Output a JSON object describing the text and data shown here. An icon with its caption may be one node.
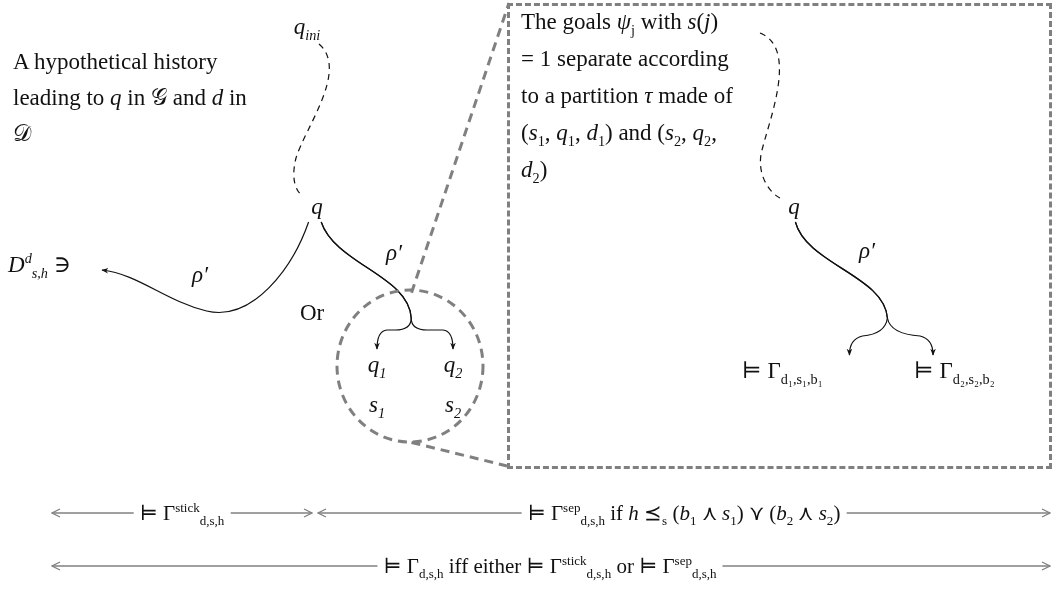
{
  "diagram": {
    "nodes": [
      {
        "text": [
          "q$_{ini}$"
        ]
      },
      {
        "text": [
          "q"
        ]
      },
      {
        "text": [
          "D$^{d}$$_{s,h}$ ∋"
        ]
      },
      {
        "text": [],
        "shape": "circle"
      },
      {
        "text": [
          "q$_{1}$"
        ],
        "in": 3,
        "beside": [
          "s$_{1}$"
        ]
      },
      {
        "text": [
          "q$_{2}$"
        ],
        "in": 3,
        "beside": [
          "s$_{2}$"
        ]
      },
      {
        "text": [
          "The goals *ψ*$_{j}$ with *s*(*j*) = 1 separate according to a partition *τ* made of (*s*$_{1}$, *q*$_{1}$, *d*$_{1}$) and (*s*$_{2}$, *q*$_{2}$, *d*$_{2}$)"
        ]
      },
      {
        "text": [
          "q"
        ],
        "in": 6
      },
      {
        "text": [
          "⊨ Γ$_{d₁,s₁,b₁}$"
        ],
        "in": 6
      },
      {
        "text": [
          "⊨ Γ$_{d₂,s₂,b₂}$"
        ],
        "in": 6
      }
    ],
    "edges": [
      {
        "from": 0,
        "to": 1,
        "arrow": "none",
        "style": "dashed"
      },
      {
        "from": 1,
        "to": 2,
        "arrow": "to",
        "label": "ρ′"
      },
      {
        "from": 1,
        "to": 4,
        "arrow": "to",
        "label": "ρ′"
      },
      {
        "from": 1,
        "to": 5,
        "arrow": "to"
      },
      {
        "from": null,
        "to": 7,
        "arrow": "none",
        "style": "dashed"
      },
      {
        "from": 7,
        "to": 8,
        "arrow": "to",
        "label": "ρ′"
      },
      {
        "from": 7,
        "to": 9,
        "arrow": "to"
      },
      {
        "from": 3,
        "to": 6,
        "arrow": "none",
        "style": "dashed",
        "color": "#808080"
      },
      {
        "from": 3,
        "to": 6,
        "arrow": "none",
        "style": "dashed",
        "color": "#808080"
      }
    ],
    "labels": [
      "A hypothetical history leading to *q* in 𝒢 and *d* in 𝒟",
      "Or",
      "⊨ Γ$^{stick}$$_{d,s,h}$",
      "⊨ Γ$^{sep}$$_{d,s,h}$ if *h* ⪯$_{s}$ (*b*$_{1}$ ⋏ *s*$_{1}$) ⋎ (*b*$_{2}$ ⋏ *s*$_{2}$)",
      "⊨ Γ$_{d,s,h}$ iff either ⊨ Γ$^{stick}$$_{d,s,h}$ or ⊨ Γ$^{sep}$$_{d,s,h}$"
    ]
  }
}
